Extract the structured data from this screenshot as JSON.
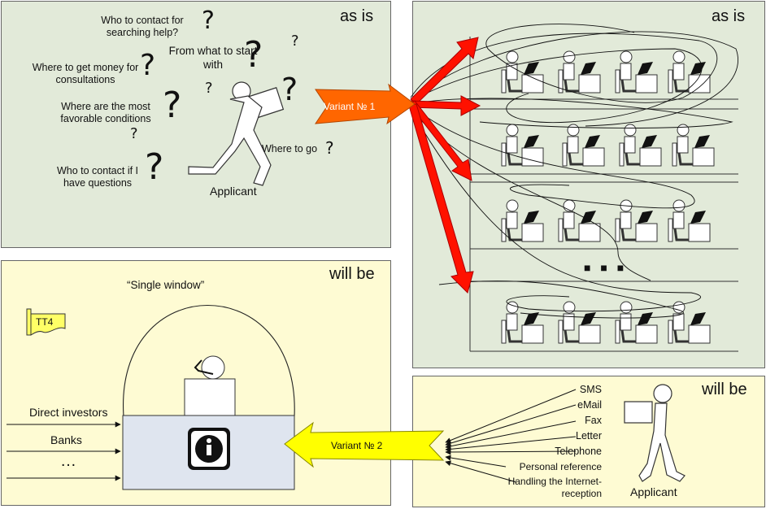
{
  "as_is_left": {
    "tag": "as is",
    "questions": {
      "search_help": "Who to contact for searching help?",
      "start": "From what to start with",
      "money": "Where to get money for consultations",
      "conditions": "Where are the most favorable conditions",
      "contact_questions": "Who to contact if I have questions",
      "where_go": "Where to go"
    },
    "qmark": "?",
    "applicant": "Applicant",
    "variant1": "Variant № 1"
  },
  "as_is_right": {
    "tag": "as is",
    "dots": "■ ■ ■"
  },
  "will_be_left": {
    "tag": "will be",
    "title": "“Single window”",
    "note": "ТТ4",
    "inputs": [
      "Direct investors",
      "Banks",
      "…"
    ],
    "variant2": "Variant № 2"
  },
  "will_be_right": {
    "tag": "will be",
    "channels": [
      "SMS",
      "eMail",
      "Fax",
      "Letter",
      "Telephone",
      "Personal reference",
      "Handling the Internet-reception"
    ],
    "applicant": "Applicant"
  },
  "colors": {
    "green_panel": "#e2ead9",
    "yellow_panel": "#fefbd3",
    "red_arrow": "#ff0000",
    "orange_arrow": "#ff6600",
    "yellow_arrow": "#ffff00"
  }
}
